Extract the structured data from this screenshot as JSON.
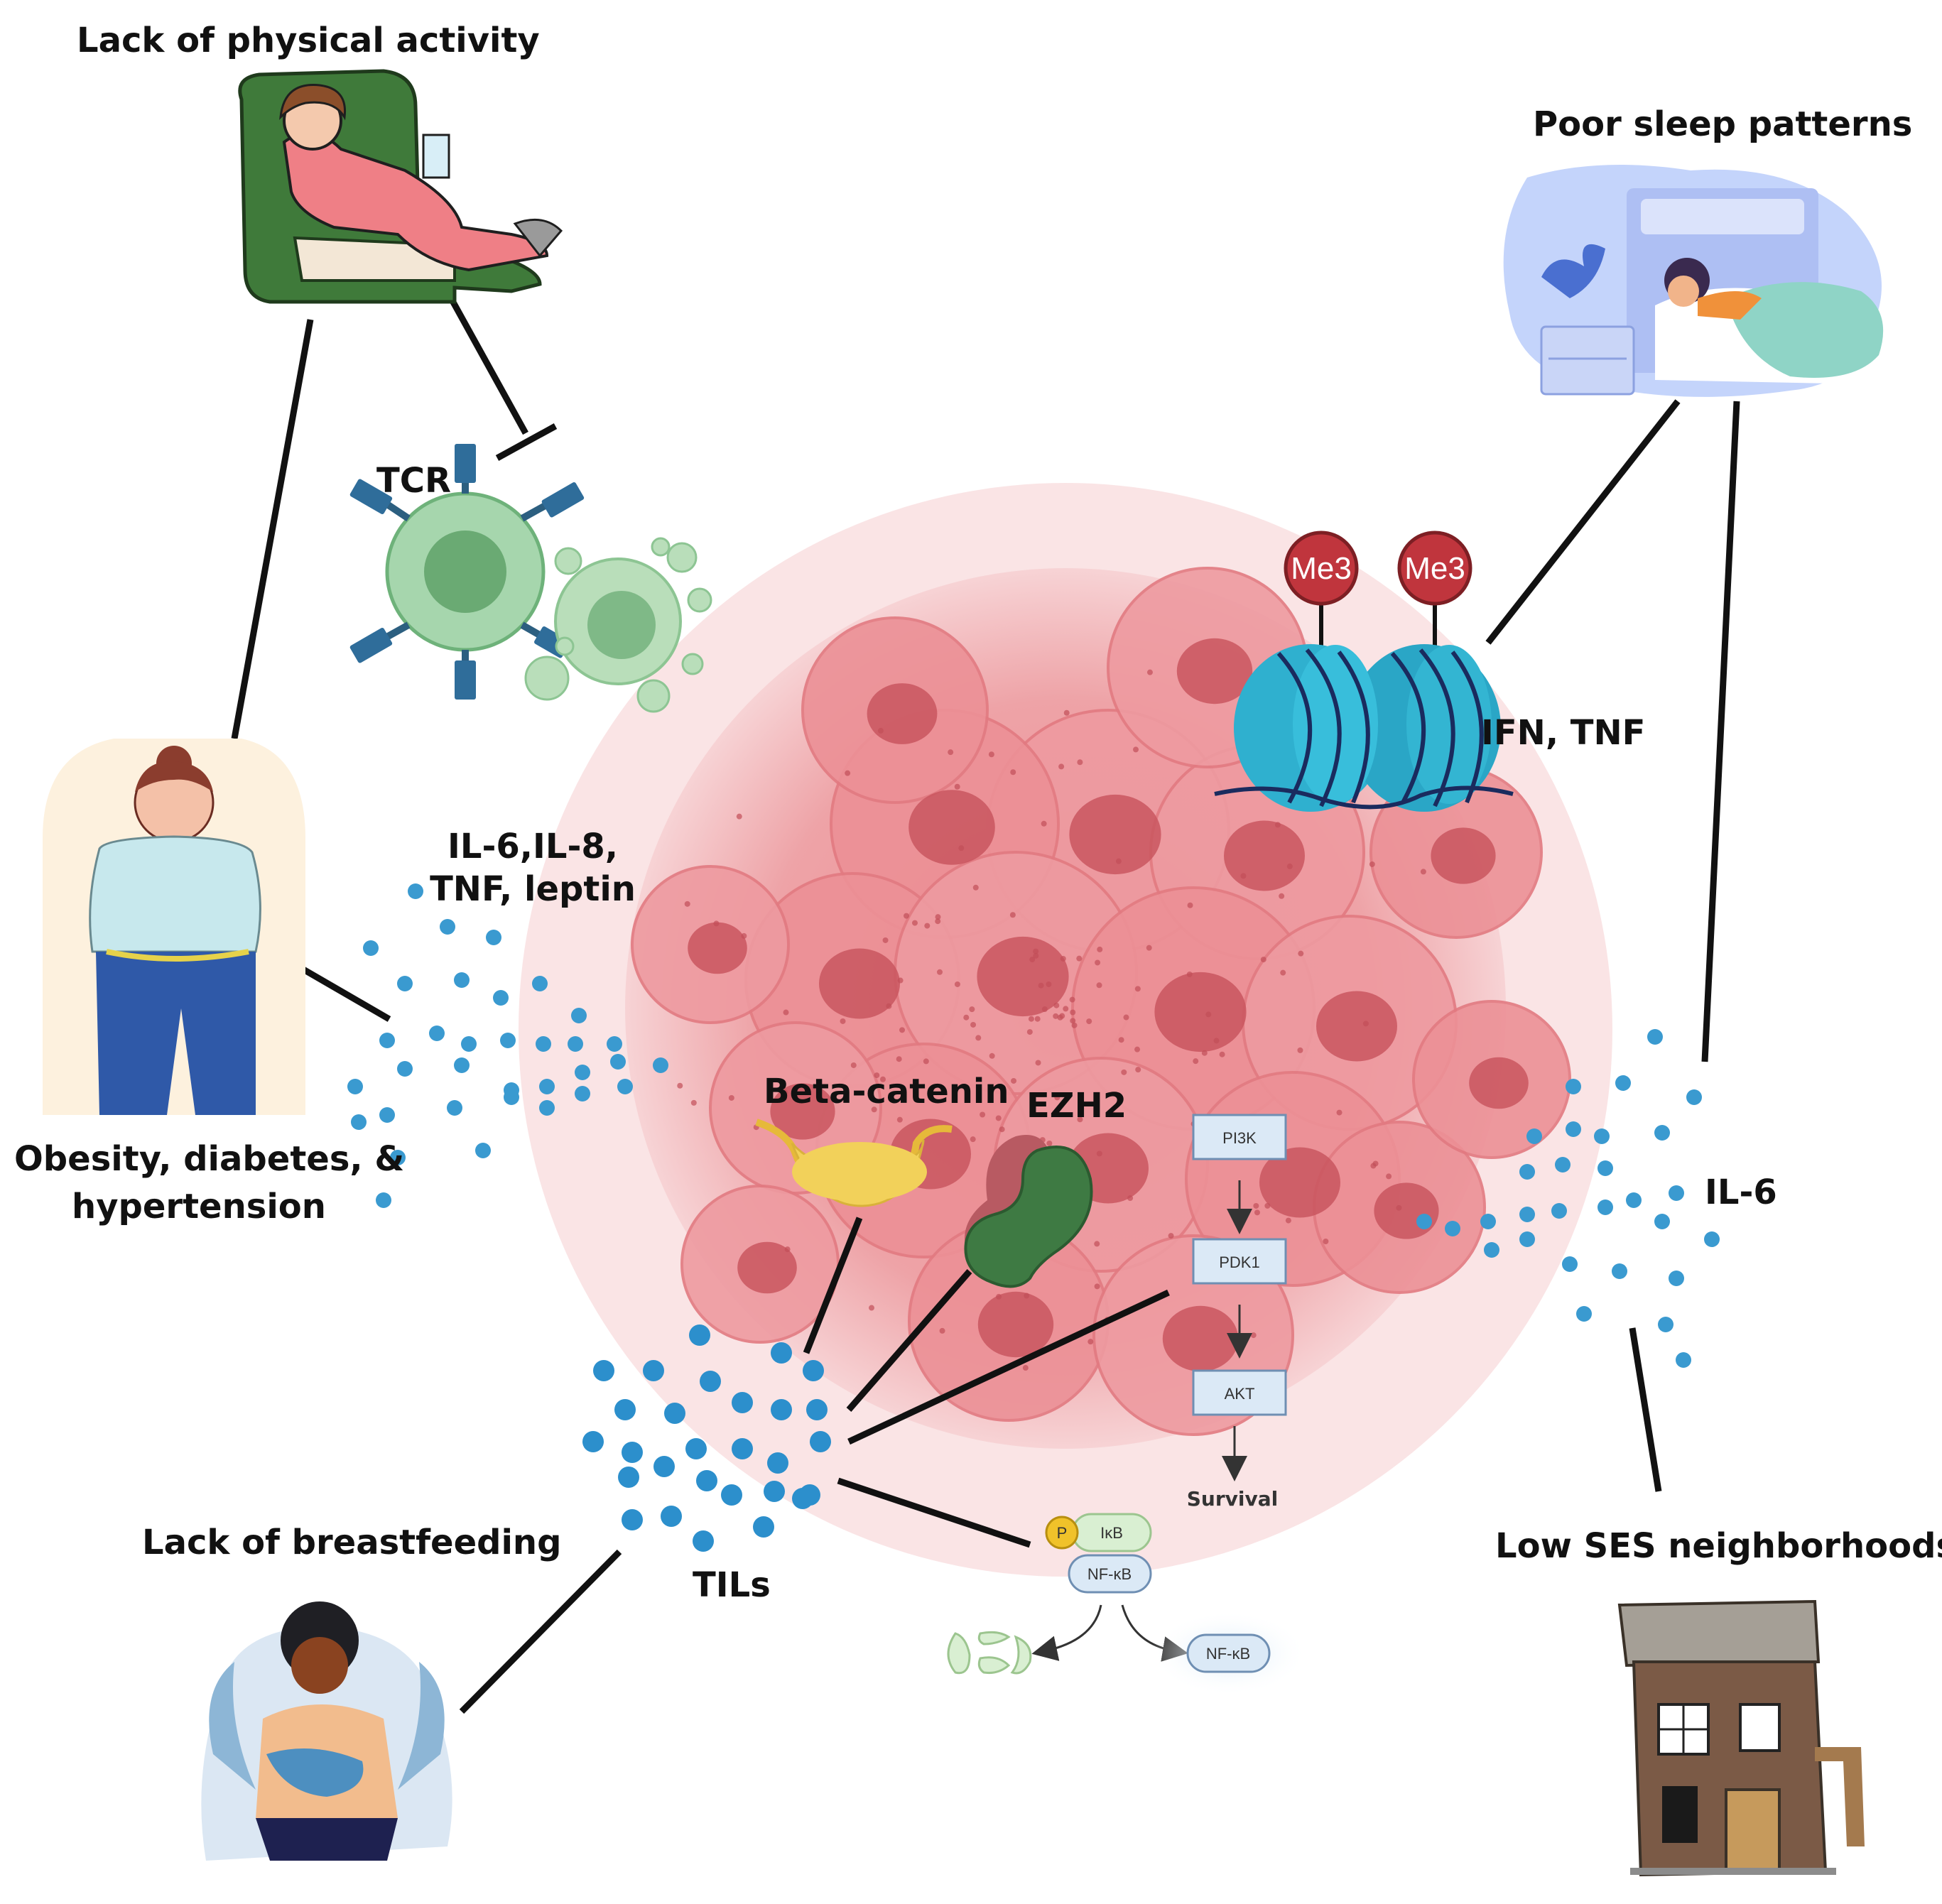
{
  "labels": {
    "physical_activity": "Lack of physical activity",
    "sleep": "Poor sleep patterns",
    "tcr": "TCR",
    "ifn_tnf": "IFN, TNF",
    "cytokines_line1": "IL-6,IL-8,",
    "cytokines_line2": "TNF, leptin",
    "obesity_line1": "Obesity, diabetes, &",
    "obesity_line2": "hypertension",
    "beta_catenin": "Beta-catenin",
    "ezh2": "EZH2",
    "il6": "IL-6",
    "breastfeeding": "Lack of breastfeeding",
    "tils": "TILs",
    "low_ses": "Low SES neighborhoods"
  },
  "nodes": {
    "me3_left": "Me3",
    "me3_right": "Me3",
    "pi3k": "PI3K",
    "pdk1": "PDK1",
    "akt": "AKT",
    "survival": "Survival",
    "p": "P",
    "ikb": "IκB",
    "nfkb": "NF-κB",
    "nfkb_out": "NF-κB"
  },
  "colors": {
    "tumor": "#e8848a",
    "tumor_light": "#f6c9cb",
    "nucleus": "#c9565f",
    "tcell": "#8fc79a",
    "cytokine": "#3a9ad0",
    "nucleosome": "#2fb0cf",
    "me3": "#c0353d",
    "ezh2": "#3e7a43",
    "beta_catenin": "#f2d15a",
    "line": "#111111"
  },
  "icons": {
    "physical_activity": "person-in-armchair-icon",
    "sleep": "sleeping-person-icon",
    "obesity": "overweight-person-icon",
    "breastfeeding": "breastfeeding-mother-icon",
    "low_ses": "dilapidated-house-icon",
    "t_cell": "t-cell-icon",
    "tumor": "tumor-cell-cluster-icon"
  }
}
